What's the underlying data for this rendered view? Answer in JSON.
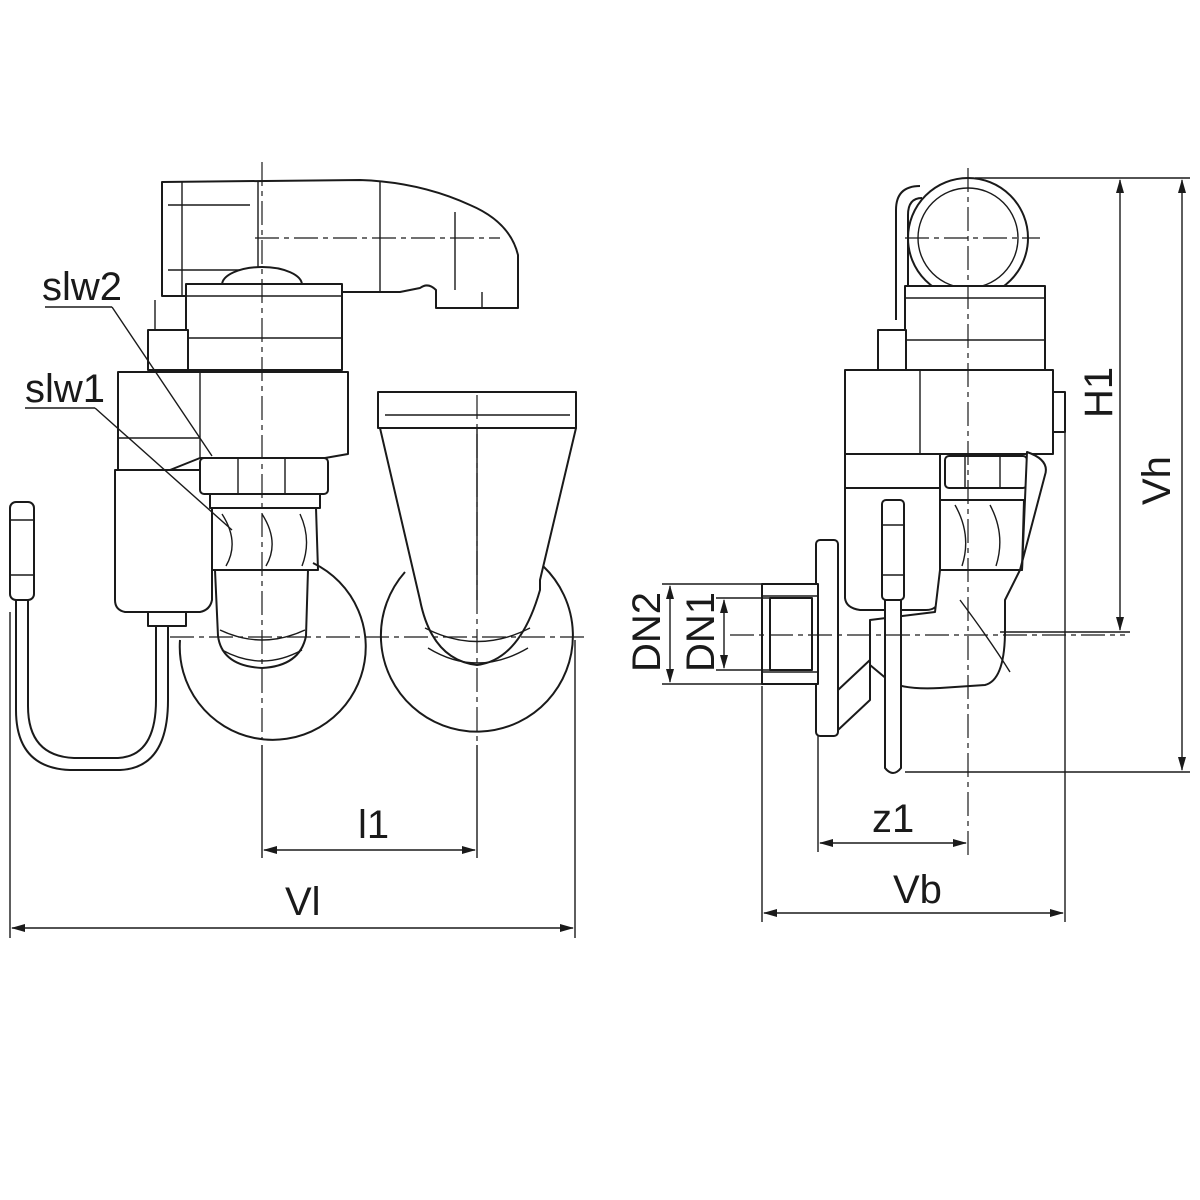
{
  "labels": {
    "slw2": "slw2",
    "slw1": "slw1",
    "l1": "l1",
    "vl": "Vl",
    "z1": "z1",
    "vb": "Vb",
    "h1": "H1",
    "vh": "Vh",
    "dn2": "DN2",
    "dn1": "DN1"
  }
}
